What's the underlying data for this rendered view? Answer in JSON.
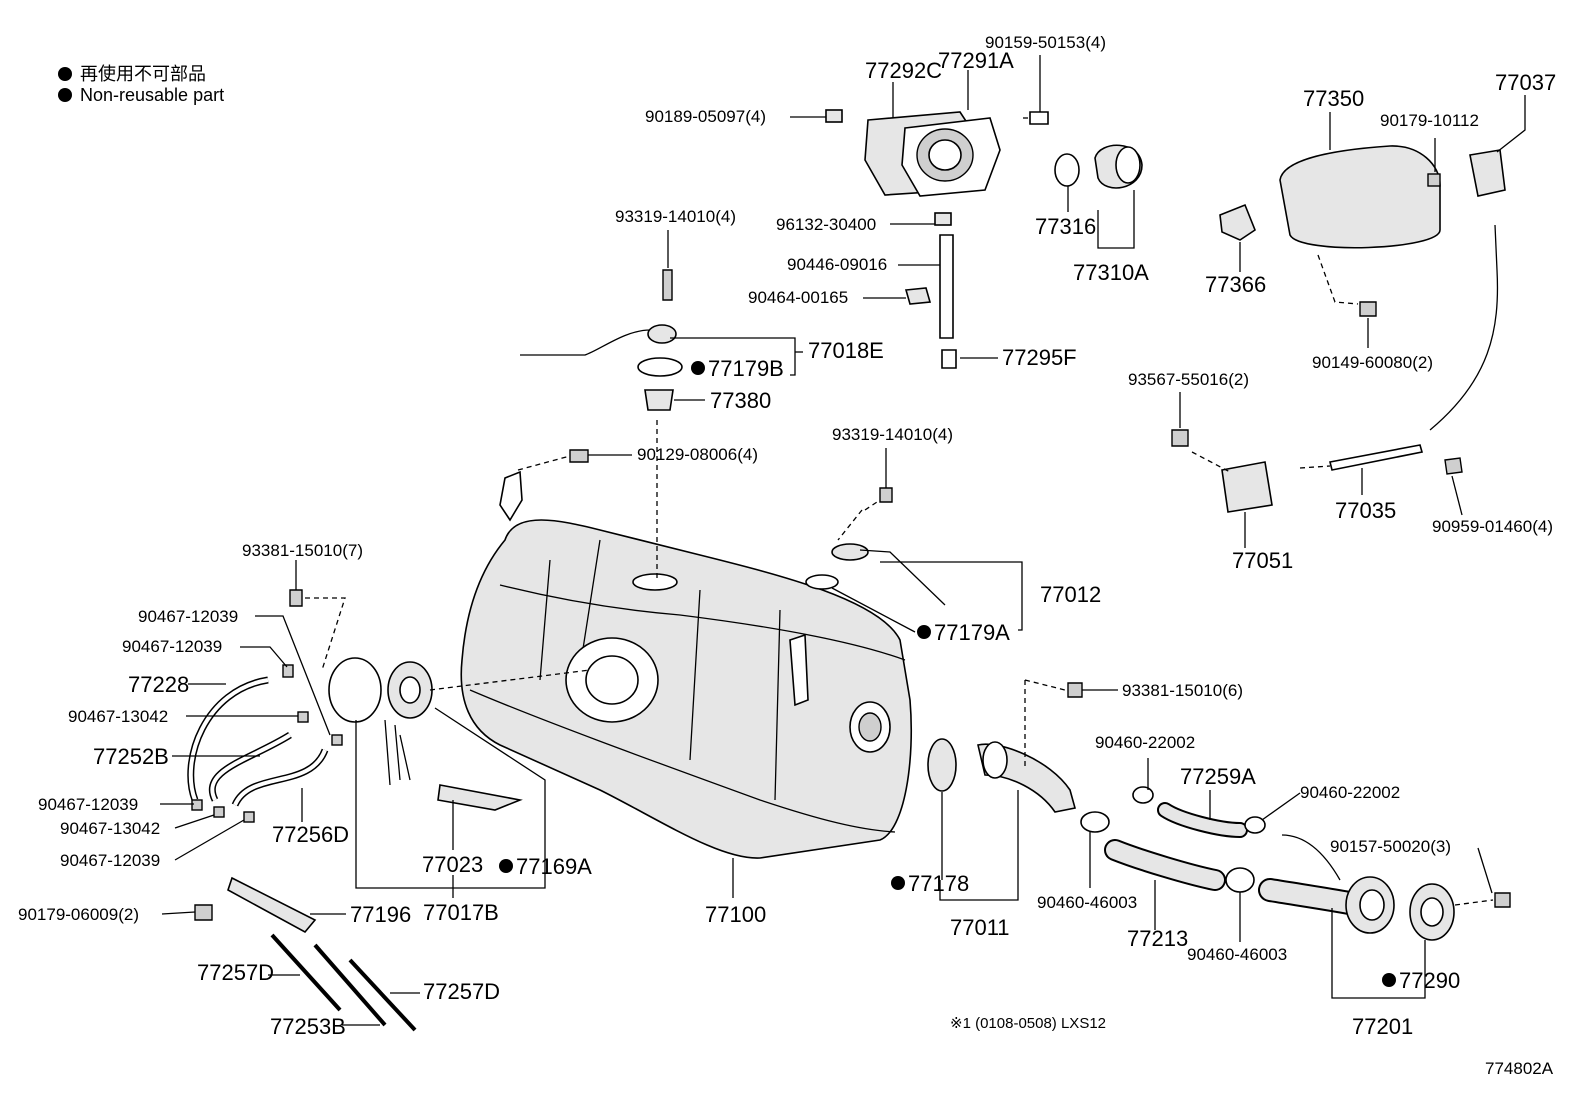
{
  "legend": [
    {
      "text": "再使用不可部品"
    },
    {
      "text": "Non-reusable part"
    }
  ],
  "diagram_id": "774802A",
  "footnote": "※1 (0108-0508) LXS12",
  "labels": {
    "p90159": "90159-50153(4)",
    "p77291A": "77291A",
    "p77292C": "77292C",
    "p90189": "90189-05097(4)",
    "p93319a": "93319-14010(4)",
    "p96132": "96132-30400",
    "p90446": "90446-09016",
    "p90464": "90464-00165",
    "p77018E": "77018E",
    "p77179B": "77179B",
    "p77380": "77380",
    "p77295F": "77295F",
    "p77316": "77316",
    "p77310A": "77310A",
    "p77350": "77350",
    "p90179a": "90179-10112",
    "p77037": "77037",
    "p77366": "77366",
    "p90149": "90149-60080(2)",
    "p93567": "93567-55016(2)",
    "p77035": "77035",
    "p90959": "90959-01460(4)",
    "p77051": "77051",
    "p90129": "90129-08006(4)",
    "p93319b": "93319-14010(4)",
    "p77012": "77012",
    "p77179A": "77179A",
    "p93381a": "93381-15010(7)",
    "p90467a": "90467-12039",
    "p90467b": "90467-12039",
    "p77228": "77228",
    "p90467c": "90467-13042",
    "p77252B": "77252B",
    "p90467d": "90467-12039",
    "p90467e": "90467-13042",
    "p77256D": "77256D",
    "p90467f": "90467-12039",
    "p77023": "77023",
    "p77169A": "77169A",
    "p77017B": "77017B",
    "p77100": "77100",
    "p90179b": "90179-06009(2)",
    "p77196": "77196",
    "p77257Da": "77257D",
    "p77257Db": "77257D",
    "p77253B": "77253B",
    "p93381b": "93381-15010(6)",
    "p90460a": "90460-22002",
    "p77259A": "77259A",
    "p90460b": "90460-22002",
    "p90157": "90157-50020(3)",
    "p77178": "77178",
    "p77011": "77011",
    "p90460c": "90460-46003",
    "p77213": "77213",
    "p90460d": "90460-46003",
    "p77290": "77290",
    "p77201": "77201"
  }
}
